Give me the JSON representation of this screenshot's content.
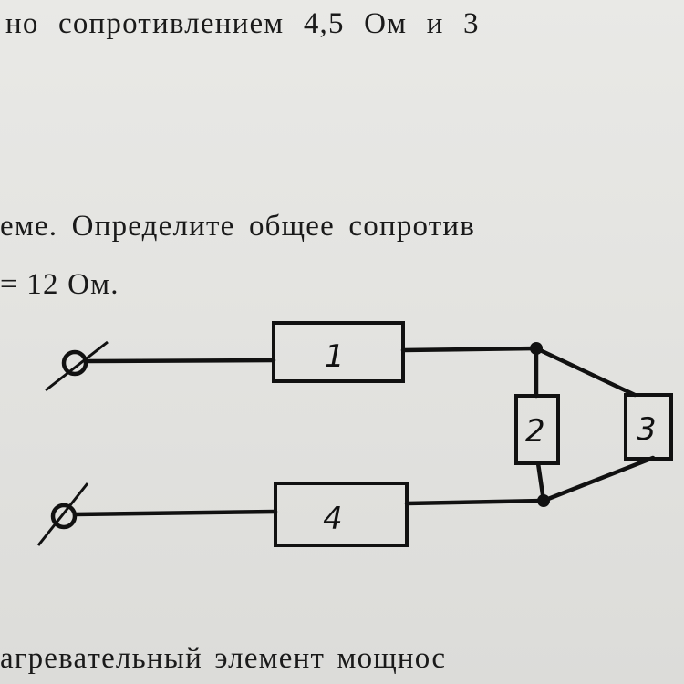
{
  "text": {
    "line1": "но  сопротивлением  4,5  Ом  и  3",
    "line2": "еме. Определите общее сопротив",
    "line3": "= 12 Ом.",
    "line4": "агревательный  элемент  мощнос"
  },
  "circuit": {
    "resistors": [
      {
        "label": "1"
      },
      {
        "label": "2"
      },
      {
        "label": "3"
      },
      {
        "label": "4"
      }
    ]
  }
}
